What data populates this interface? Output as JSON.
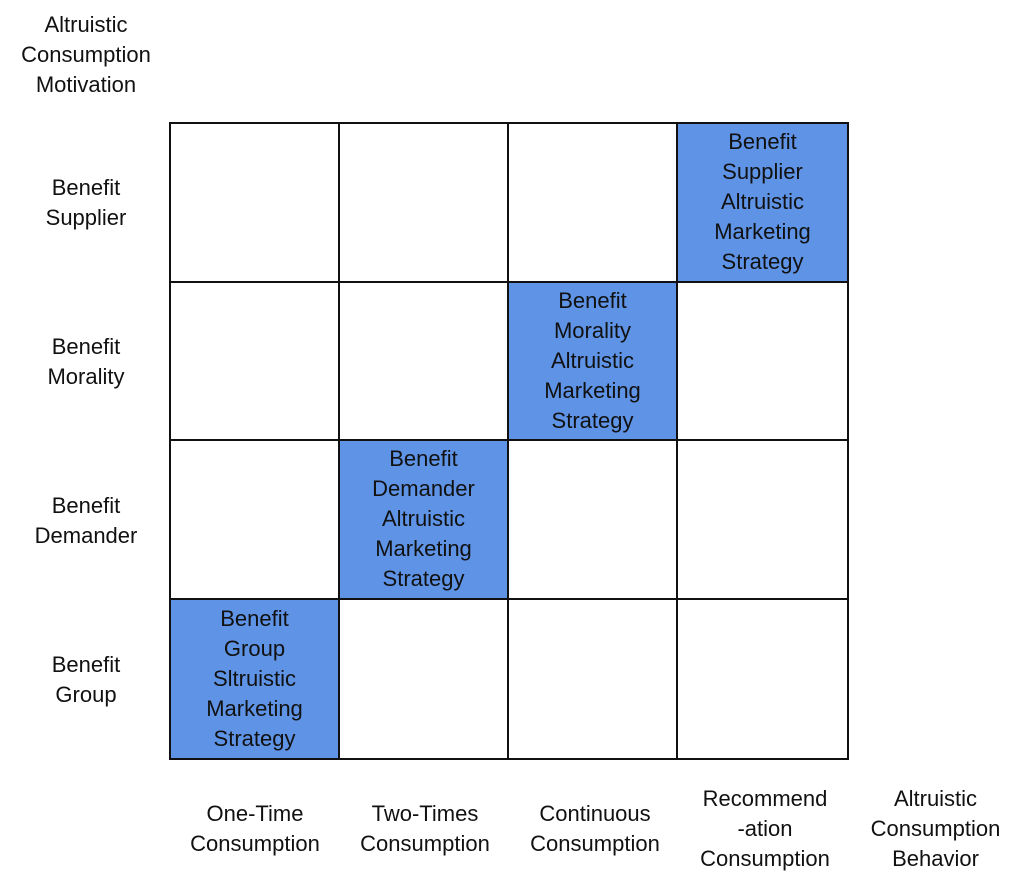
{
  "y_axis_title": "Altruistic\nConsumption\nMotivation",
  "x_axis_title": "Altruistic\nConsumption\nBehavior",
  "rows": [
    "Benefit\nSupplier",
    "Benefit\nMorality",
    "Benefit\nDemander",
    "Benefit\nGroup"
  ],
  "columns": [
    "One-Time\nConsumption",
    "Two-Times\nConsumption",
    "Continuous\nConsumption",
    "Recommend\n-ation\nConsumption"
  ],
  "cells": [
    [
      "",
      "",
      "",
      "Benefit\nSupplier\nAltruistic\nMarketing\nStrategy"
    ],
    [
      "",
      "",
      "Benefit\nMorality\nAltruistic\nMarketing\nStrategy",
      ""
    ],
    [
      "",
      "Benefit\nDemander\nAltruistic\nMarketing\nStrategy",
      "",
      ""
    ],
    [
      "Benefit\nGroup\nSltruistic\nMarketing\nStrategy",
      "",
      "",
      ""
    ]
  ],
  "highlight_color": "#5e93e6"
}
